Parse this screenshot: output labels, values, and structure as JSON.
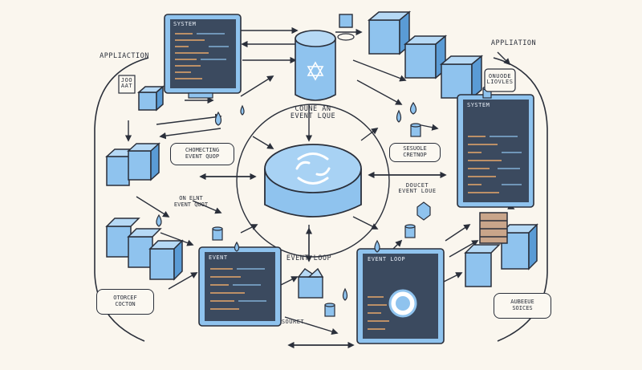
{
  "labels": {
    "application_left": "APPLIACTION",
    "application_right": "APPLIATION",
    "system_top": "SYSTEM",
    "system_right": "SYSTEM",
    "event_screen": "EVENT",
    "event_loop_screen": "EVENT LOOP",
    "center_title": "COUNE AN\nEVENT LQUE",
    "left_bubble_1": "CHOMECTING\nEVENT QUOP",
    "left_bubble_2": "ON ELNT\nEVENT QUOT",
    "right_bubble_1": "SESUOLE\nCRETNOP",
    "right_bubble_2": "DOUCET\nEVENT LOUE",
    "event_loop": "EVENT LOOP",
    "source": "SOURET",
    "bottom_left_box": "OTORCEF\nCOCTON",
    "bottom_right_box": "AUBEEUE\nSOICES",
    "right_cloud": "ONUODE\nLIOVLES",
    "left_tag": "JOO\nAAT"
  },
  "colors": {
    "accent": "#8fc3ee",
    "accent_dark": "#5a9bd5",
    "ink": "#2a2f3a",
    "screen": "#3b4a5f",
    "paper": "#faf6ee"
  },
  "icons": [
    "sync-arrows-icon",
    "star-of-david-icon",
    "cube-icon",
    "drop-icon",
    "database-icon",
    "monitor-icon"
  ]
}
